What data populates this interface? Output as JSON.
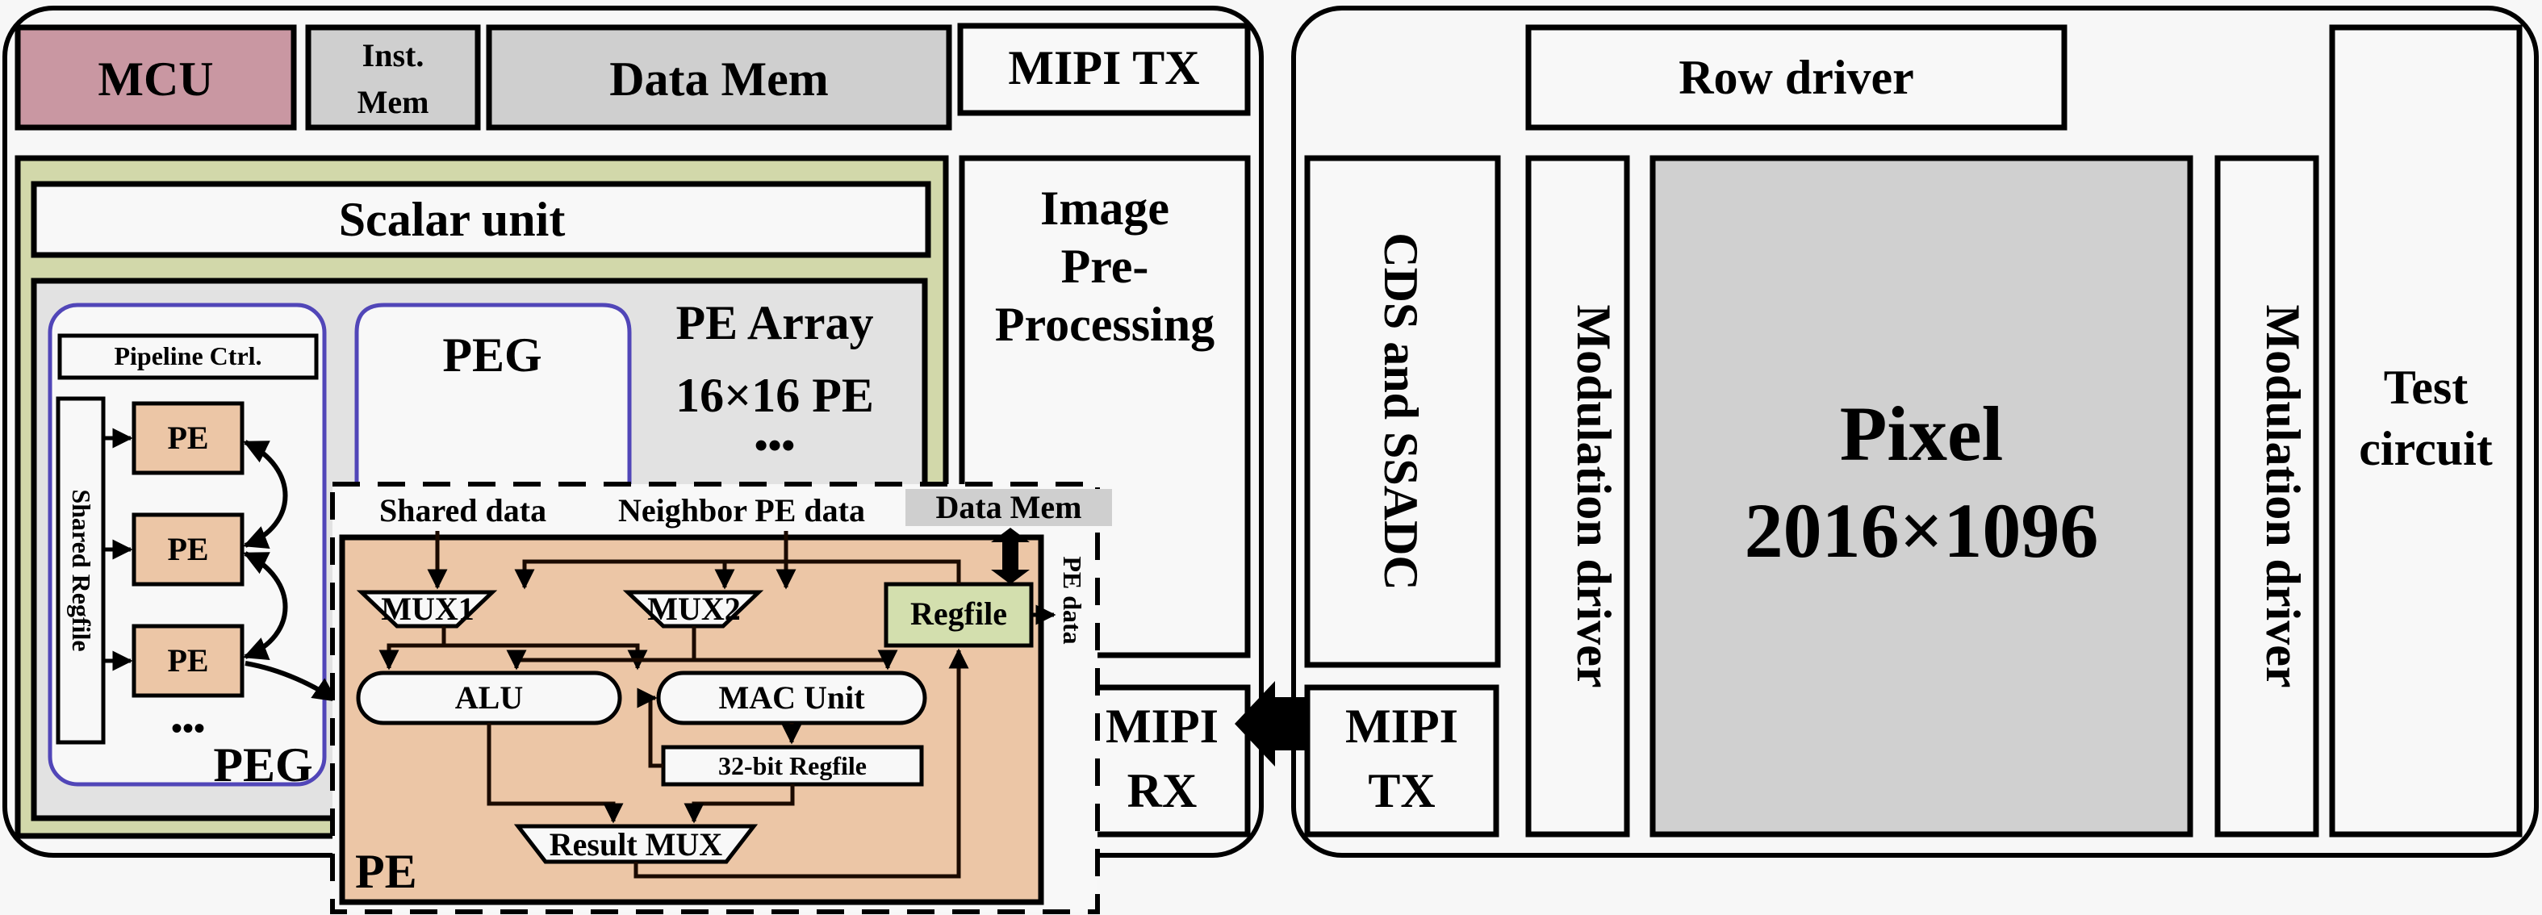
{
  "colors": {
    "background": "#f7f7f7",
    "mcu_fill": "#c997a2",
    "memory_fill": "#cfcfcf",
    "olive_fill": "#d2d8aa",
    "pe_array_fill": "#e2e2e2",
    "peg_border": "#5146b8",
    "pe_fill": "#ecc6a6",
    "regfile_fill": "#d3dfae",
    "pixel_fill": "#d0d0d0",
    "white_box": "#f8f8f8"
  },
  "processor": {
    "mcu": "MCU",
    "inst_mem": [
      "Inst.",
      "Mem"
    ],
    "data_mem": "Data Mem",
    "mipi_tx": "MIPI TX",
    "scalar_unit": "Scalar unit",
    "image_preproc": [
      "Image",
      "Pre-",
      "Processing"
    ],
    "mipi_rx": [
      "MIPI",
      "RX"
    ],
    "pe_array": {
      "title": "PE Array",
      "size": "16×16 PE",
      "ellipsis": "•••"
    },
    "peg_left": {
      "pipeline_ctrl": "Pipeline Ctrl.",
      "shared_regfile": "Shared Regfile",
      "pe_labels": [
        "PE",
        "PE",
        "PE"
      ],
      "ellipsis": "•••",
      "label": "PEG"
    },
    "peg_middle": {
      "label": "PEG"
    },
    "pe_detail": {
      "shared_data": "Shared data",
      "neighbor_data": "Neighbor PE data",
      "data_mem": "Data Mem",
      "pe_data": "PE data",
      "mux1": "MUX1",
      "mux2": "MUX2",
      "regfile": "Regfile",
      "alu": "ALU",
      "mac_unit": "MAC Unit",
      "regfile32": "32-bit Regfile",
      "result_mux": "Result MUX",
      "label": "PE"
    }
  },
  "sensor": {
    "row_driver": "Row driver",
    "cds_ssadc": "CDS and SSADC",
    "modulation_left": "Modulation driver",
    "modulation_right": "Modulation driver",
    "pixel": [
      "Pixel",
      "2016×1096"
    ],
    "test_circuit": [
      "Test",
      "circuit"
    ],
    "mipi_tx": [
      "MIPI",
      "TX"
    ]
  }
}
